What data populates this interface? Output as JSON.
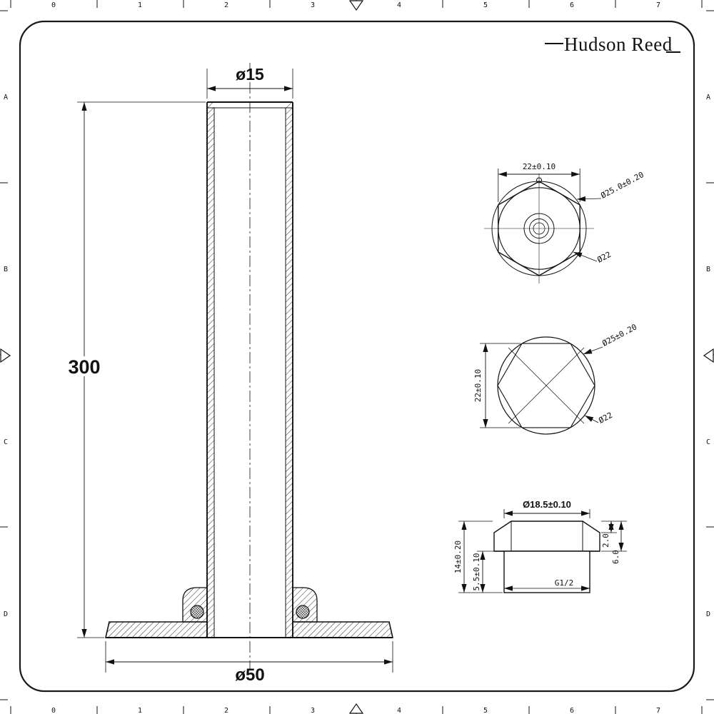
{
  "brand": {
    "name": "Hudson Reed"
  },
  "ruler": {
    "top": [
      "0",
      "1",
      "2",
      "3",
      "4",
      "5",
      "6",
      "7"
    ],
    "bottom": [
      "0",
      "1",
      "2",
      "3",
      "4",
      "5",
      "6",
      "7"
    ],
    "left": [
      "A",
      "B",
      "C",
      "D"
    ],
    "right": [
      "A",
      "B",
      "C",
      "D"
    ]
  },
  "front_view": {
    "top_diameter": "ø15",
    "height": "300",
    "base_diameter": "ø50"
  },
  "nut_top_view": {
    "across_flats": "22±0.10",
    "outer_diameter": "Ø25.0±0.20",
    "circle_diameter": "Ø22"
  },
  "nut_bottom_view": {
    "across_flats": "22±0.10",
    "outer_diameter": "Ø25±0.20",
    "circle_diameter": "Ø22"
  },
  "nut_section": {
    "top_diameter": "Ø18.5±0.10",
    "total_height": "14±0.20",
    "thread_height": "5.5±0.10",
    "chamfer_height": "2.0",
    "hex_height": "6.0",
    "thread_size": "G1/2"
  }
}
